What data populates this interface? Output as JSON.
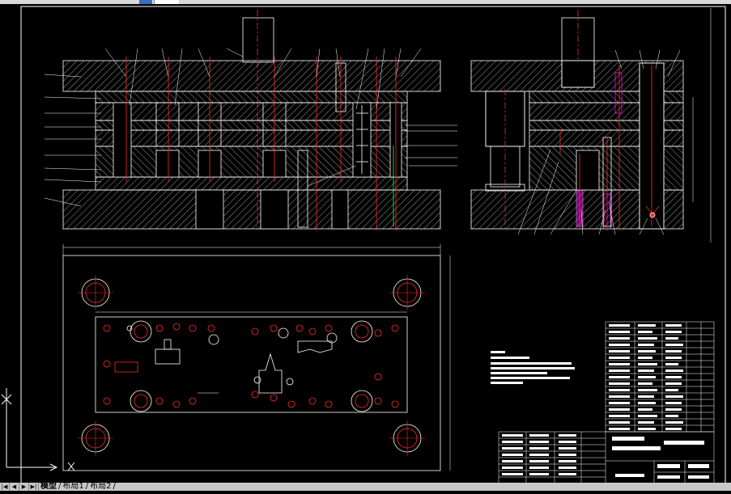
{
  "window": {
    "title": ""
  },
  "colors": {
    "background": "#000000",
    "lines": "#ffffff",
    "center_lines": "#ff2a2a",
    "accent_magenta": "#ff00ff",
    "accent_green": "#33ff33",
    "tab_bar": "#c8c8c8",
    "toolbar": "#d9d9d9"
  },
  "drawing": {
    "frame": "outer-border",
    "front_section_view": "die-assembly-section",
    "side_section_view": "die-assembly-side-section",
    "plan_view": "lower-die-plan",
    "title_block": "title-block",
    "parts_list": "bill-of-materials",
    "notes": "technical-requirements"
  },
  "tabs": {
    "nav": [
      "|◀",
      "◀",
      "▶",
      "▶|"
    ],
    "items": [
      "模型",
      "布局1",
      "布局2"
    ],
    "separator": "/",
    "active": "模型"
  },
  "icons": {
    "ucs": "ucs-axis-icon",
    "crosshair": "crosshair-cursor-icon"
  }
}
